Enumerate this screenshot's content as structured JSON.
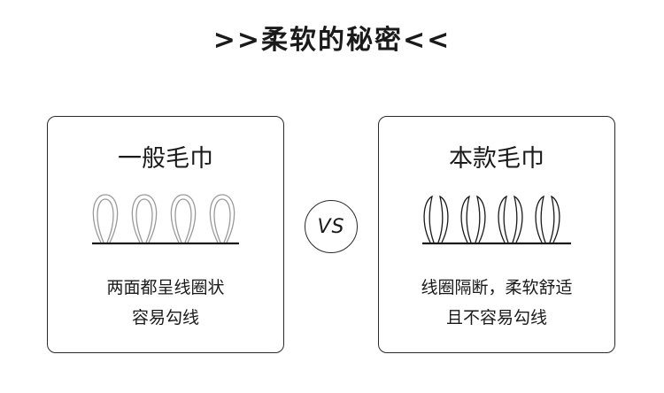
{
  "page": {
    "title": ">>柔软的秘密<<"
  },
  "left_card": {
    "title": "一般毛巾",
    "desc_line1": "两面都呈线圈状",
    "desc_line2": "容易勾线",
    "illustration": "loop-pile-icon"
  },
  "vs_label": "VS",
  "right_card": {
    "title": "本款毛巾",
    "desc_line1": "线圈隔断，柔软舒适",
    "desc_line2": "且不容易勾线",
    "illustration": "split-loop-icon"
  },
  "colors": {
    "stroke": "#2a2a2a",
    "loop_gray": "#9a9a9a",
    "background": "#ffffff"
  }
}
